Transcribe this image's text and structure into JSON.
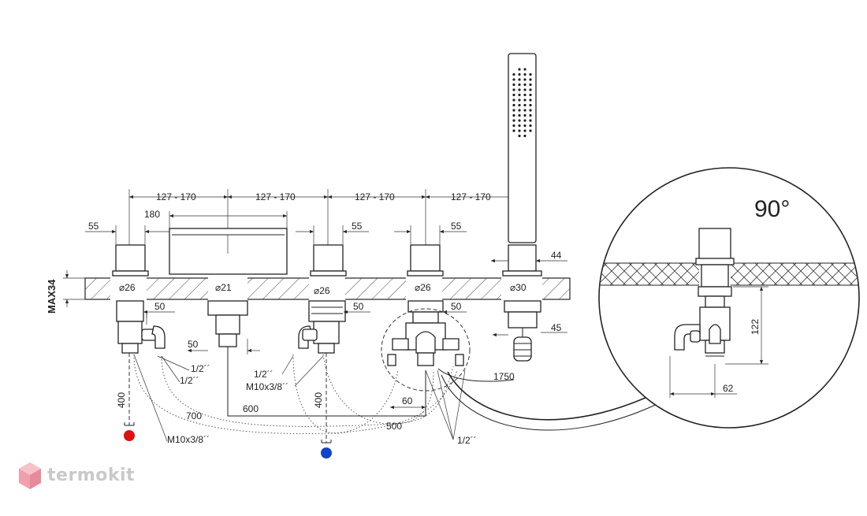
{
  "brand": {
    "logo_text": "termokit",
    "accent": "#e96b7f"
  },
  "colors": {
    "hot": "#dd1111",
    "cold": "#1144cc",
    "line": "#222222",
    "counter": "#444444"
  },
  "dimensions": {
    "spacing_1": "127 - 170",
    "spacing_2": "127 - 170",
    "spacing_3": "127 - 170",
    "spacing_4": "127 - 170",
    "spout_width": "180",
    "handle_1_width": "55",
    "handle_2_width": "55",
    "handle_3_width": "55",
    "shower_holder_width": "44",
    "max_thickness": "MAX34",
    "dia_1": "⌀26",
    "dia_spout": "⌀21",
    "dia_2": "⌀26",
    "dia_3": "⌀26",
    "dia_shower": "⌀30",
    "body_1": "50",
    "body_2": "50",
    "body_3": "50",
    "spout_body": "50",
    "shower_nut": "45",
    "thread_1": "1/2´´",
    "thread_2": "1/2´´",
    "thread_3": "1/2´´",
    "thread_4": "1/2´´",
    "m10_1": "M10x3/8´´",
    "m10_2": "M10x3/8´´",
    "hot_height": "400",
    "cold_height": "400",
    "hose_700": "700",
    "hose_600": "600",
    "hose_500": "500",
    "hose_60": "60",
    "hose_1750": "1750"
  },
  "detail": {
    "angle": "90°",
    "height": "122",
    "width": "62"
  }
}
